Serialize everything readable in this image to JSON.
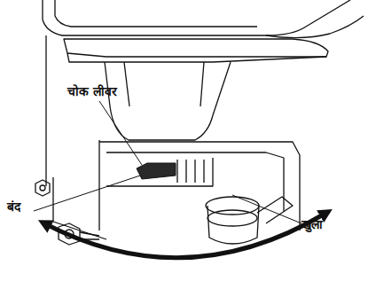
{
  "diagram": {
    "labels": [
      "चोक लीवर",
      "बंद",
      "खुला"
    ]
  }
}
